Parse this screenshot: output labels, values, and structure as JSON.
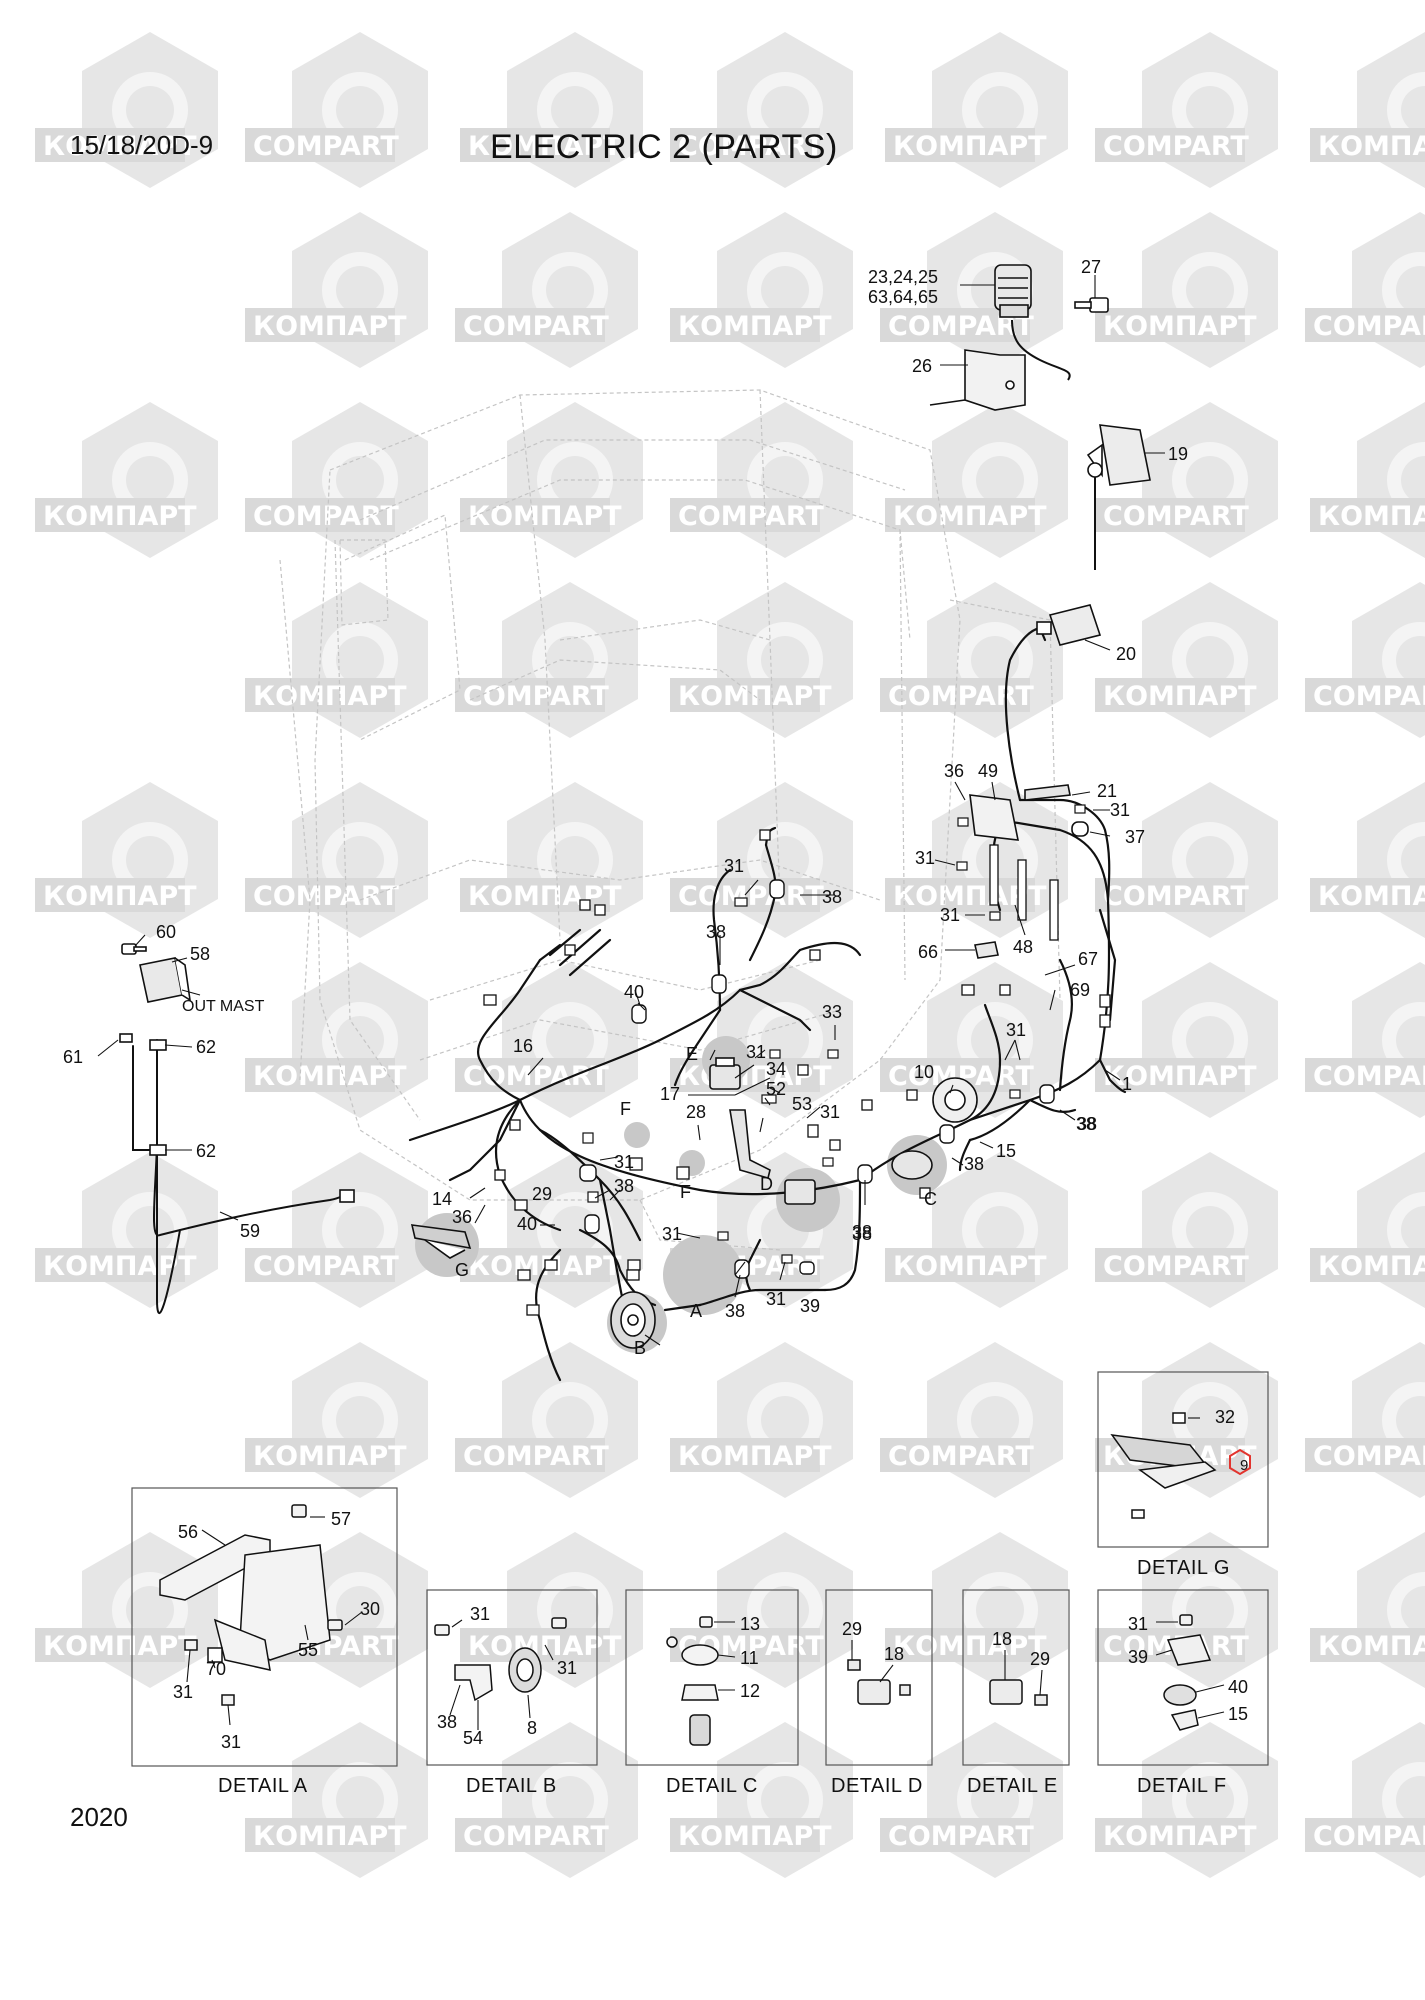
{
  "header": {
    "model_code": "15/18/20D-9",
    "title": "ELECTRIC 2 (PARTS)",
    "page_number": "2020"
  },
  "watermark": {
    "text_cyrillic": "КОМПАРТ",
    "text_latin": "COMPART",
    "color": "#d9d9d9"
  },
  "main_callouts": [
    "23,24,25",
    "63,64,65",
    "27",
    "26",
    "19",
    "20",
    "36",
    "49",
    "21",
    "31",
    "37",
    "31",
    "31",
    "48",
    "66",
    "67",
    "69",
    "31",
    "1",
    "38",
    "31",
    "38",
    "38",
    "40",
    "33",
    "E",
    "31",
    "34",
    "17",
    "52",
    "53",
    "28",
    "F",
    "F",
    "16",
    "31",
    "10",
    "15",
    "38",
    "38",
    "C",
    "D",
    "31",
    "29",
    "38",
    "14",
    "36",
    "40",
    "G",
    "31",
    "38",
    "A",
    "31",
    "39",
    "B",
    "38",
    "38",
    "60",
    "58",
    "61",
    "62",
    "62",
    "59"
  ],
  "out_mast_label": "OUT MAST",
  "details": {
    "a": {
      "title": "DETAIL A",
      "callouts": [
        "56",
        "57",
        "30",
        "55",
        "70",
        "31",
        "31"
      ]
    },
    "b": {
      "title": "DETAIL B",
      "callouts": [
        "31",
        "31",
        "38",
        "54",
        "8"
      ]
    },
    "c": {
      "title": "DETAIL C",
      "callouts": [
        "13",
        "11",
        "12"
      ]
    },
    "d": {
      "title": "DETAIL D",
      "callouts": [
        "29",
        "18"
      ]
    },
    "e": {
      "title": "DETAIL E",
      "callouts": [
        "18",
        "29"
      ]
    },
    "f": {
      "title": "DETAIL F",
      "callouts": [
        "31",
        "39",
        "40",
        "15"
      ]
    },
    "g": {
      "title": "DETAIL G",
      "callouts": [
        "32",
        "9"
      ]
    }
  }
}
